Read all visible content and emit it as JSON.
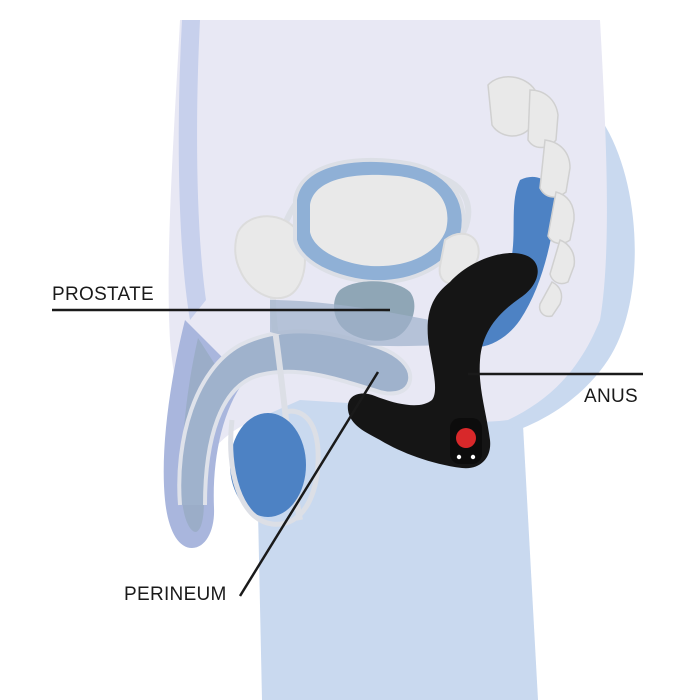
{
  "labels": {
    "prostate": "PROSTATE",
    "anus": "ANUS",
    "perineum": "PERINEUM"
  },
  "colors": {
    "background": "#ffffff",
    "torso": "#e8e8f4",
    "leg": "#c9d9ef",
    "organ_outline": "#dcdfe6",
    "blue_tissue": "#a9b6dd",
    "deep_blue": "#4d82c4",
    "grey_tissue": "#8fa6b6",
    "bone": "#e9e9e9",
    "device": "#151515",
    "device_button": "#d8282a",
    "leader_line": "#1a1a1a"
  }
}
